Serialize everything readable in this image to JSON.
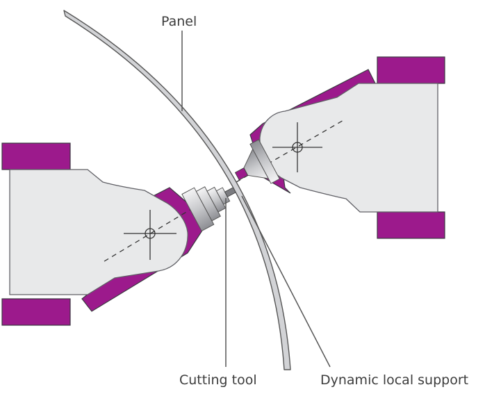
{
  "labels": {
    "panel": "Panel",
    "cutting_tool": "Cutting tool",
    "dynamic_support": "Dynamic local support"
  },
  "colors": {
    "magenta": "#9c1a8c",
    "body_fill": "#e8e9ea",
    "outline": "#606066",
    "panel_fill": "#d2d3d6",
    "text": "#3c3c3c"
  }
}
